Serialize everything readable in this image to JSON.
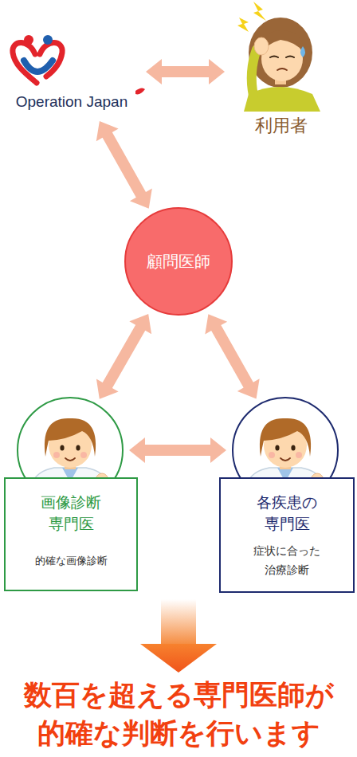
{
  "diagram": {
    "nodes": [
      {
        "text": [
          "Operation Japan"
        ]
      },
      {
        "text": [
          "利用者"
        ]
      },
      {
        "text": [
          "顧問医師"
        ]
      },
      {
        "text": [
          "画像診断 専門医",
          "的確な画像診断"
        ]
      },
      {
        "text": [
          "各疾患の 専門医",
          "症状に合った 治療診断"
        ]
      }
    ],
    "edges": [
      {
        "from": 0,
        "to": 1,
        "arrow": "both"
      },
      {
        "from": 0,
        "to": 2,
        "arrow": "both"
      },
      {
        "from": 2,
        "to": 3,
        "arrow": "both"
      },
      {
        "from": 2,
        "to": 4,
        "arrow": "both"
      },
      {
        "from": 3,
        "to": 4,
        "arrow": "both"
      }
    ],
    "labels": [
      "数百を超える専門医師が 的確な判断を行います"
    ]
  }
}
